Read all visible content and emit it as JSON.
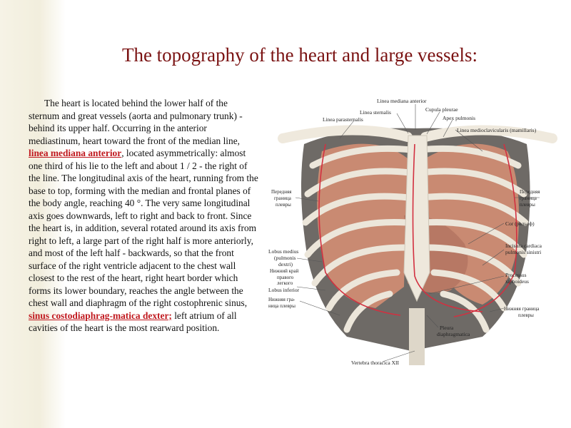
{
  "title": "The topography of the heart and large vessels:",
  "paragraph": {
    "part1": "The heart is located behind the lower half of the sternum and great vessels (aorta and pulmonary trunk) - behind its upper half. Occurring in the anterior mediastinum, heart toward the front of the median line, ",
    "link1": "linea mediana anterior",
    "part2": ", located asymmetrically: almost one third of his lie to the left and about 1 / 2 - the right of the line. The longitudinal axis of the heart, running from the base to top, forming with the median and frontal planes of the body angle, reaching 40 °. The very same longitudinal axis goes downwards, left to right and back to front. Since the heart is, in addition, several rotated around its axis from right to left, a large part of the right half is more anteriorly, and most of the left half - backwards, so that the front surface of the right ventricle adjacent to the chest wall closest to the rest of the heart, right heart border which forms its lower boundary, reaches the angle between the chest wall and diaphragm of the right costophrenic sinus, ",
    "link2": "sinus costodiaphrag-matica dexter;",
    "part3": " left atrium of all cavities of the heart is the most rearward position."
  },
  "figure_labels": {
    "linea_mediana_anterior": "Linea mediana anterior",
    "linea_sternalis": "Linea sternalis",
    "cupula_pleurae": "Cupula pleurae",
    "linea_parasternalis": "Linea parasternalis",
    "apex_pulmonis": "Apex pulmonis",
    "linea_medioclavicularis": "Linea medioclavicularis (mamillaris)",
    "perednyaya_granica_left_1": "Передняя",
    "perednyaya_granica_left_2": "граница",
    "perednyaya_granica_left_3": "плевры",
    "perednyaya_granica_right_1": "Передняя",
    "perednyaya_granica_right_2": "граница",
    "perednyaya_granica_right_3": "плевры",
    "cor": "Cor (рельеф)",
    "incisura_1": "Incisura cardiaca",
    "incisura_2": "pulmonis sinistri",
    "lobus_medius_1": "Lobus medius",
    "lobus_medius_2": "(pulmonis",
    "lobus_medius_3": "dextri)",
    "nizhniy_kray_1": "Нижний край",
    "nizhniy_kray_2": "правого",
    "nizhniy_kray_3": "легкого",
    "lobus_inferior": "Lobus inferior",
    "processus_1": "Processus",
    "processus_2": "xiphoideus",
    "nizhnyaya_left_1": "Нижняя гра-",
    "nizhnyaya_left_2": "ница плевры",
    "nizhnyaya_right_1": "Нижняя граница",
    "nizhnyaya_right_2": "плевры",
    "pleura_1": "Pleura",
    "pleura_2": "diaphragmatica",
    "vertebra": "Vertebra thoracica XII"
  },
  "colors": {
    "title": "#7a1212",
    "link": "#c0181e",
    "pleura_line": "#d23040",
    "lung": "#c98a72",
    "bone": "#e8e2d6"
  }
}
